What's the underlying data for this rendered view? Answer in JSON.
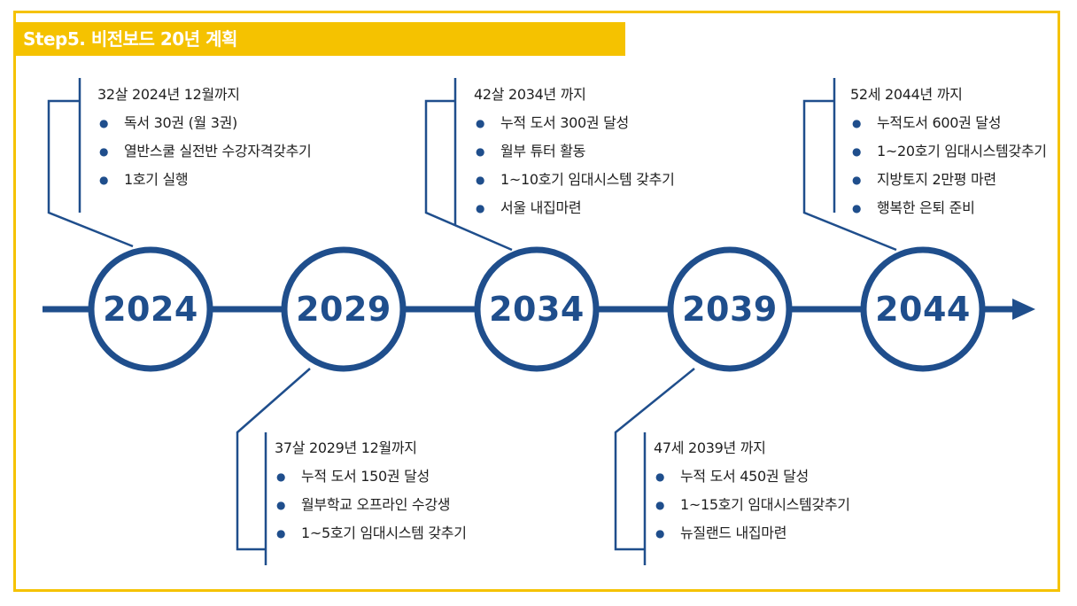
{
  "header": {
    "title": "Step5. 비전보드 20년 계획"
  },
  "colors": {
    "accent": "#F5C200",
    "navy": "#1F4E8C",
    "text": "#1f1f1f"
  },
  "timeline": {
    "milestones": [
      {
        "year": "2024",
        "heading": "32살 2024년 12월까지",
        "items": [
          "독서 30권 (월 3권)",
          "열반스쿨 실전반 수강자격갖추기",
          "1호기 실행"
        ]
      },
      {
        "year": "2029",
        "heading": "37살 2029년 12월까지",
        "items": [
          "누적 도서 150권 달성",
          "월부학교 오프라인 수강생",
          "1~5호기 임대시스템 갖추기"
        ]
      },
      {
        "year": "2034",
        "heading": "42살 2034년 까지",
        "items": [
          "누적 도서 300권 달성",
          "월부 튜터 활동",
          "1~10호기 임대시스템 갖추기",
          "서울 내집마련"
        ]
      },
      {
        "year": "2039",
        "heading": "47세 2039년 까지",
        "items": [
          "누적 도서 450권 달성",
          "1~15호기 임대시스템갖추기",
          "뉴질랜드 내집마련"
        ]
      },
      {
        "year": "2044",
        "heading": "52세 2044년 까지",
        "items": [
          "누적도서 600권 달성",
          "1~20호기 임대시스템갖추기",
          "지방토지 2만평 마련",
          "행복한 은퇴 준비"
        ]
      }
    ]
  }
}
